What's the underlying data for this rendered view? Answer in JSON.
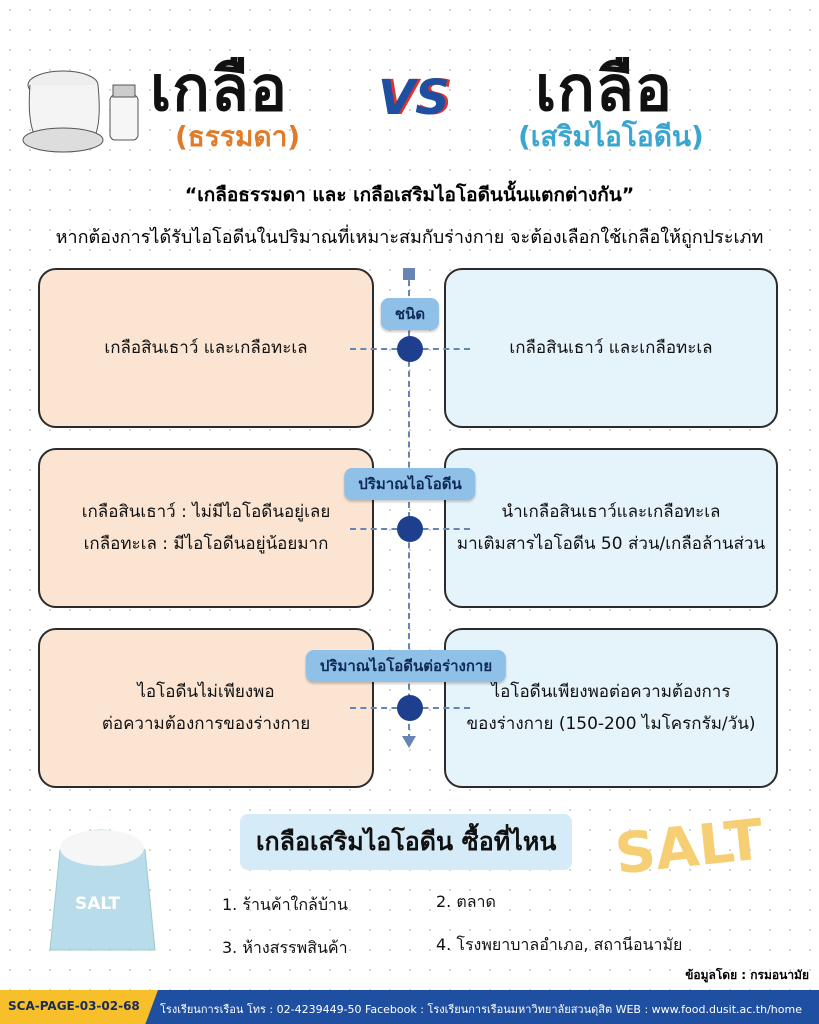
{
  "header": {
    "left_title": "เกลือ",
    "left_subtitle": "(ธรรมดา)",
    "vs": "VS",
    "right_title": "เกลือ",
    "right_subtitle": "(เสริมไอโอดีน)"
  },
  "colors": {
    "orange": "#e07b2a",
    "teal": "#3aa6d0",
    "peach": "#fbe5d2",
    "lightblue": "#e5f3fa",
    "navy": "#1e3e8e",
    "footer_blue": "#1f4fa0",
    "footer_yellow": "#f7c02b"
  },
  "intro": {
    "quote": "เกลือธรรมดา และ เกลือเสริมไอโอดีนนั้นแตกต่างกัน",
    "line": "หากต้องการได้รับไอโอดีนในปริมาณที่เหมาะสมกับร่างกาย จะต้องเลือกใช้เกลือให้ถูกประเภท"
  },
  "rows": [
    {
      "label": "ชนิด",
      "left": [
        "เกลือสินเธาว์ และเกลือทะเล"
      ],
      "right": [
        "เกลือสินเธาว์ และเกลือทะเล"
      ]
    },
    {
      "label": "ปริมาณไอโอดีน",
      "left": [
        "เกลือสินเธาว์ : ไม่มีไอโอดีนอยู่เลย",
        "เกลือทะเล : มีไอโอดีนอยู่น้อยมาก"
      ],
      "right": [
        "นำเกลือสินเธาว์และเกลือทะเล",
        "มาเติมสารไอโอดีน 50 ส่วน/เกลือล้านส่วน"
      ]
    },
    {
      "label": "ปริมาณไอโอดีนต่อร่างกาย",
      "left": [
        "ไอโอดีนไม่เพียงพอ",
        "ต่อความต้องการของร่างกาย"
      ],
      "right": [
        "ไอโอดีนเพียงพอต่อความต้องการ",
        "ของร่างกาย (150-200 ไมโครกรัม/วัน)"
      ]
    }
  ],
  "where": {
    "title": "เกลือเสริมไอโอดีน ซื้อที่ไหน",
    "items": [
      "1. ร้านค้าใกล้บ้าน",
      "2. ตลาด",
      "3. ห้างสรรพสินค้า",
      "4. โรงพยาบาลอำเภอ, สถานีอนามัย"
    ],
    "bag_label": "SALT",
    "salt_word": "SALT"
  },
  "source": "ข้อมูลโดย : กรมอนามัย",
  "footer": {
    "code": "SCA-PAGE-03-02-68",
    "info": "โรงเรียนการเรือน โทร : 02-4239449-50 Facebook : โรงเรียนการเรือนมหาวิทยาลัยสวนดุสิต WEB : www.food.dusit.ac.th/home"
  }
}
